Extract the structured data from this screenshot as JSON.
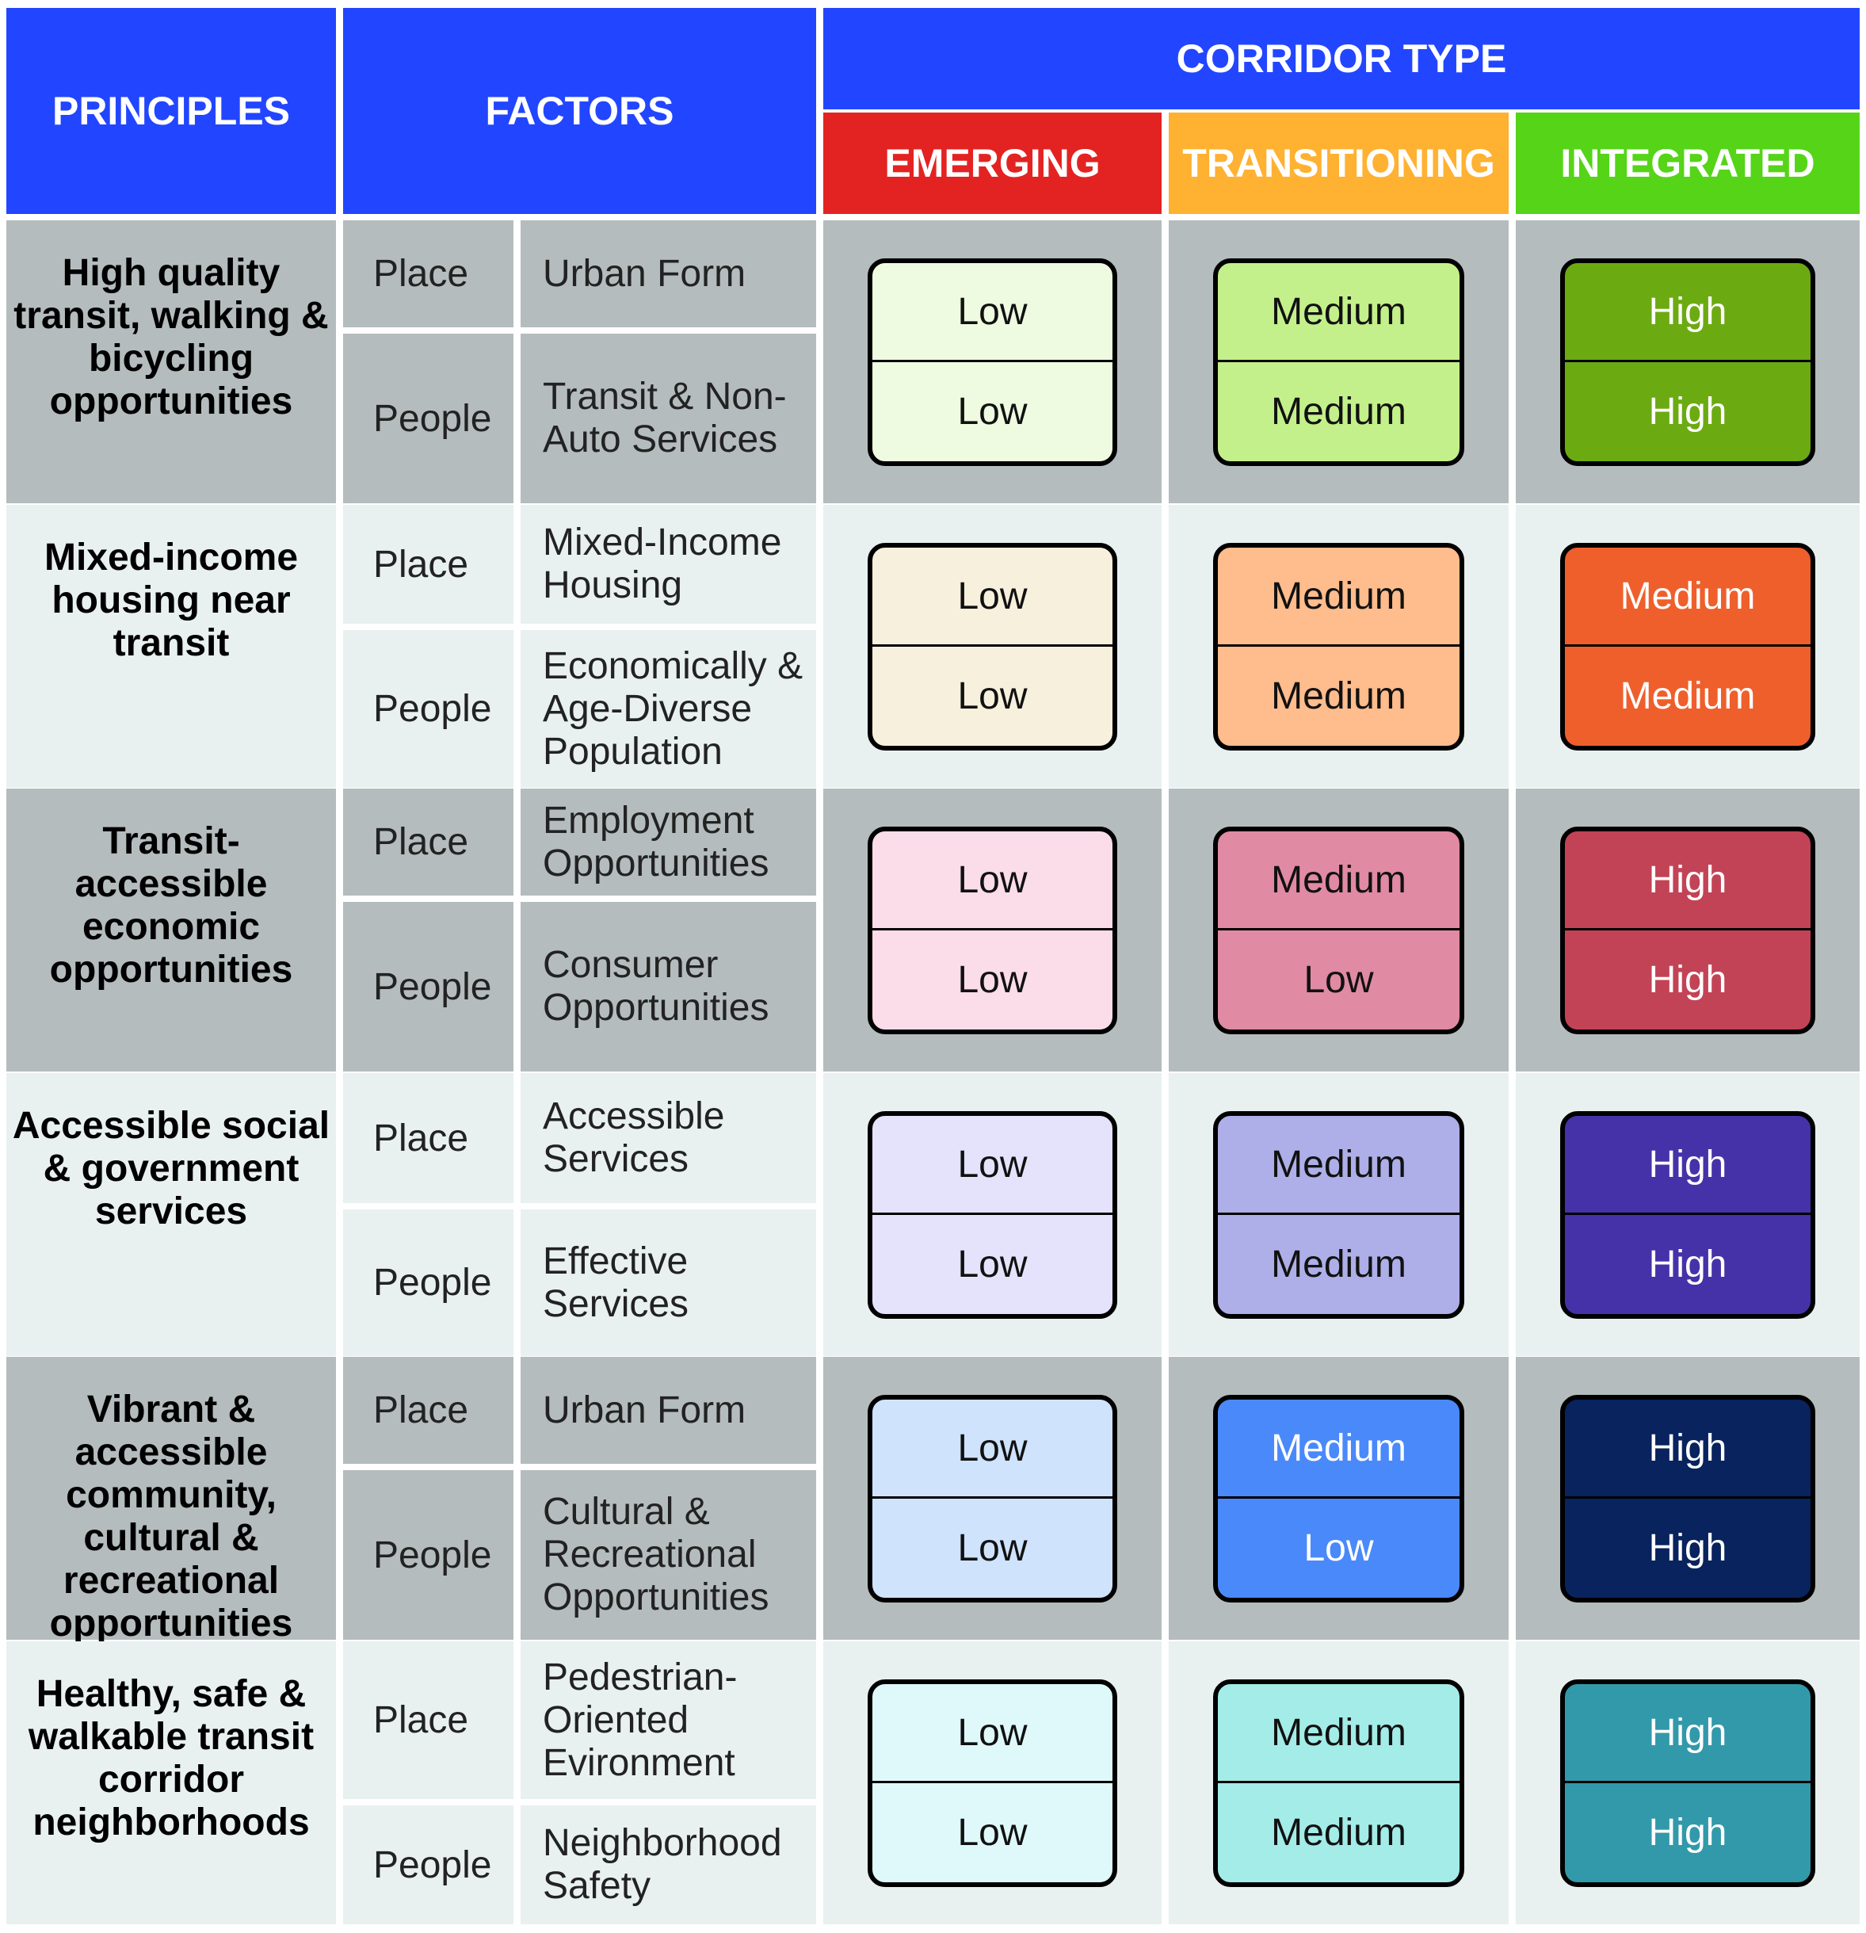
{
  "headers": {
    "principles": "PRINCIPLES",
    "factors": "FACTORS",
    "corridor_type": "CORRIDOR TYPE",
    "emerging": "EMERGING",
    "transitioning": "TRANSITIONING",
    "integrated": "INTEGRATED"
  },
  "colors": {
    "header_blue": "#2246ff",
    "emerging": "#e32322",
    "transitioning": "#ffb132",
    "integrated": "#55d418",
    "band_dark": "#b5bcbd",
    "band_light": "#e9f0f0"
  },
  "rows": [
    {
      "principle": "High quality transit, walking & bicycling opportunities",
      "place_label": "Place",
      "place_factor": "Urban Form",
      "people_label": "People",
      "people_factor": "Transit & Non-Auto Services",
      "emerging": [
        "Low",
        "Low"
      ],
      "transitioning": [
        "Medium",
        "Medium"
      ],
      "integrated": [
        "High",
        "High"
      ],
      "colors": [
        "#eefbe1",
        "#c3f08a",
        "#6caa12"
      ]
    },
    {
      "principle": "Mixed-income housing near transit",
      "place_label": "Place",
      "place_factor": "Mixed-Income Housing",
      "people_label": "People",
      "people_factor": "Economically & Age-Diverse Population",
      "emerging": [
        "Low",
        "Low"
      ],
      "transitioning": [
        "Medium",
        "Medium"
      ],
      "integrated": [
        "Medium",
        "Medium"
      ],
      "colors": [
        "#f7f0dc",
        "#ffbc8c",
        "#ef5f2c"
      ]
    },
    {
      "principle": "Transit-accessible economic opportunities",
      "place_label": "Place",
      "place_factor": "Employment Opportunities",
      "people_label": "People",
      "people_factor": "Consumer Opportunities",
      "emerging": [
        "Low",
        "Low"
      ],
      "transitioning": [
        "Medium",
        "Low"
      ],
      "integrated": [
        "High",
        "High"
      ],
      "colors": [
        "#fadde9",
        "#e18aa3",
        "#c34356"
      ]
    },
    {
      "principle": "Accessible social & government services",
      "place_label": "Place",
      "place_factor": "Accessible Services",
      "people_label": "People",
      "people_factor": "Effective Services",
      "emerging": [
        "Low",
        "Low"
      ],
      "transitioning": [
        "Medium",
        "Medium"
      ],
      "integrated": [
        "High",
        "High"
      ],
      "colors": [
        "#e5e3fb",
        "#aeaee8",
        "#4632a8"
      ]
    },
    {
      "principle": "Vibrant & accessible community, cultural & recreational opportunities",
      "place_label": "Place",
      "place_factor": "Urban Form",
      "people_label": "People",
      "people_factor": "Cultural & Recreational Opportunities",
      "emerging": [
        "Low",
        "Low"
      ],
      "transitioning": [
        "Medium",
        "Low"
      ],
      "integrated": [
        "High",
        "High"
      ],
      "colors": [
        "#cfe3fc",
        "#4a89fa",
        "#08235e"
      ]
    },
    {
      "principle": "Healthy, safe & walkable transit corridor neighborhoods",
      "place_label": "Place",
      "place_factor": "Pedestrian-Oriented Evironment",
      "people_label": "People",
      "people_factor": "Neighborhood Safety",
      "emerging": [
        "Low",
        "Low"
      ],
      "transitioning": [
        "Medium",
        "Medium"
      ],
      "integrated": [
        "High",
        "High"
      ],
      "colors": [
        "#dff9fb",
        "#a3ece8",
        "#3299aa"
      ]
    }
  ]
}
